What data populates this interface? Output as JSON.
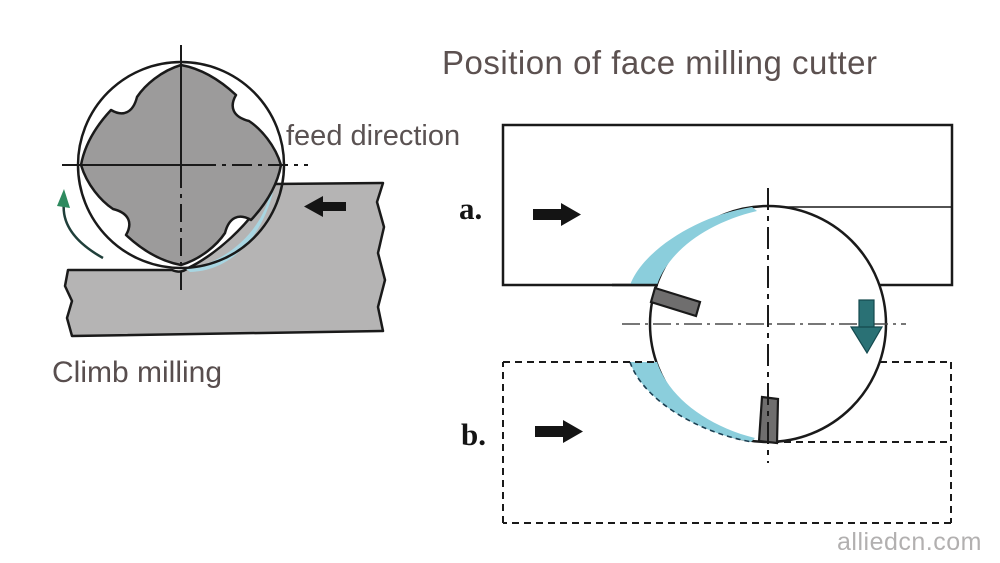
{
  "title": "Position of face milling cutter",
  "watermark": "alliedcn.com",
  "left_diagram": {
    "caption": "Climb milling",
    "feed_direction_label": "feed direction",
    "feed_arrow": "left-arrow",
    "rotation_arrow": "counterclockwise"
  },
  "right_diagram": {
    "label_a": "a.",
    "label_b": "b.",
    "feed_arrow_a": "right-arrow",
    "feed_arrow_b": "right-arrow",
    "cutter_offset_arrow": "down-arrow"
  },
  "colors": {
    "workpiece-gray": "#b5b4b4",
    "cutter-gray": "#9c9b9b",
    "chip-blue-left": "#a8d6e2",
    "chip-blue-right": "#8bcedc",
    "chip-edge-dark": "#1b3f52",
    "insert-gray": "#6f6e6e",
    "teal-arrow": "#2a7175",
    "teal-arrow-dark": "#14494e",
    "rotation-green": "#2e8a5f",
    "rotation-arc": "#203f3a",
    "line-black": "#1a1a1a",
    "centerline-gray": "#4a4a4a",
    "title-text": "#5c5150",
    "feed-text": "#5a5252",
    "caption-text": "#584e4e",
    "label-text": "#141414",
    "watermark-text": "#b2b0b0"
  }
}
